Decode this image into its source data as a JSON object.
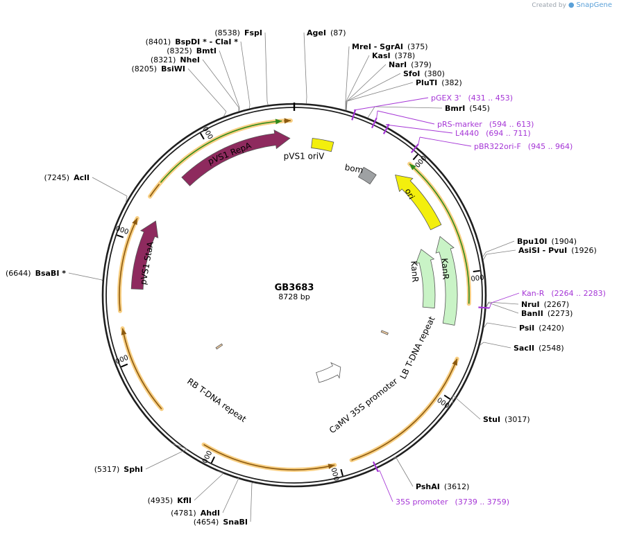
{
  "credit": {
    "prefix": "Created by",
    "brand": "SnapGene"
  },
  "plasmid": {
    "name": "GB3683",
    "length_label": "8728 bp",
    "length": 8728
  },
  "colors": {
    "backbone": "#1f1f1f",
    "restriction_line": "#808080",
    "primer": "#a535d6",
    "repA": "#8e2a5e",
    "oriV": "#f3ef0d",
    "bom": "#9ea1a3",
    "ori": "#f3ef0d",
    "kanR": "#c9f3c6",
    "orf_glow": "#f8cf83",
    "orf_core": "#8c5a10",
    "orf_green": "#2f8a1c",
    "tdna": "#f3cfa3",
    "promoter": "#ffffff"
  },
  "ticks": [
    {
      "pos": 1000,
      "label": "1000"
    },
    {
      "pos": 2000,
      "label": "2000"
    },
    {
      "pos": 3000,
      "label": "3000"
    },
    {
      "pos": 4000,
      "label": "4000"
    },
    {
      "pos": 5000,
      "label": "5000"
    },
    {
      "pos": 6000,
      "label": "6000"
    },
    {
      "pos": 7000,
      "label": "7000"
    },
    {
      "pos": 8000,
      "label": "8000"
    }
  ],
  "enzymes": [
    {
      "name": "AgeI",
      "pos_label": "(87)",
      "pos": 87
    },
    {
      "name": "MreI  - SgrAI",
      "pos_label": "(375)",
      "pos": 375
    },
    {
      "name": "KasI",
      "pos_label": "(378)",
      "pos": 378
    },
    {
      "name": "NarI",
      "pos_label": "(379)",
      "pos": 379
    },
    {
      "name": "SfoI",
      "pos_label": "(380)",
      "pos": 380
    },
    {
      "name": "PluTI",
      "pos_label": "(382)",
      "pos": 382
    },
    {
      "name": "BmrI",
      "pos_label": "(545)",
      "pos": 545
    },
    {
      "name": "Bpu10I",
      "pos_label": "(1904)",
      "pos": 1904
    },
    {
      "name": "AsiSI  - PvuI",
      "pos_label": "(1926)",
      "pos": 1926
    },
    {
      "name": "NruI",
      "pos_label": "(2267)",
      "pos": 2267
    },
    {
      "name": "BanII",
      "pos_label": "(2273)",
      "pos": 2273
    },
    {
      "name": "PsiI",
      "pos_label": "(2420)",
      "pos": 2420
    },
    {
      "name": "SacII",
      "pos_label": "(2548)",
      "pos": 2548
    },
    {
      "name": "StuI",
      "pos_label": "(3017)",
      "pos": 3017
    },
    {
      "name": "PshAI",
      "pos_label": "(3612)",
      "pos": 3612
    },
    {
      "name": "SnaBI",
      "pos_label": "(4654)",
      "pos": 4654
    },
    {
      "name": "AhdI",
      "pos_label": "(4781)",
      "pos": 4781
    },
    {
      "name": "KflI",
      "pos_label": "(4935)",
      "pos": 4935
    },
    {
      "name": "SphI",
      "pos_label": "(5317)",
      "pos": 5317
    },
    {
      "name": "BsaBI *",
      "pos_label": "(6644)",
      "pos": 6644
    },
    {
      "name": "AclI",
      "pos_label": "(7245)",
      "pos": 7245
    },
    {
      "name": "BsiWI",
      "pos_label": "(8205)",
      "pos": 8205
    },
    {
      "name": "NheI",
      "pos_label": "(8321)",
      "pos": 8321
    },
    {
      "name": "BmtI",
      "pos_label": "(8325)",
      "pos": 8325
    },
    {
      "name": "BspDI *  - ClaI *",
      "pos_label": "(8401)",
      "pos": 8401
    },
    {
      "name": "FspI",
      "pos_label": "(8538)",
      "pos": 8538
    }
  ],
  "primers": [
    {
      "name": "pGEX 3'",
      "range_label": "(431 .. 453)",
      "start": 431,
      "end": 453
    },
    {
      "name": "pRS-marker",
      "range_label": "(594 .. 613)",
      "start": 594,
      "end": 613
    },
    {
      "name": "L4440",
      "range_label": "(694 .. 711)",
      "start": 694,
      "end": 711
    },
    {
      "name": "pBR322ori-F",
      "range_label": "(945 .. 964)",
      "start": 945,
      "end": 964
    },
    {
      "name": "Kan-R",
      "range_label": "(2264 .. 2283)",
      "start": 2264,
      "end": 2283
    },
    {
      "name": "35S promoter",
      "range_label": "(3739 .. 3759)",
      "start": 3739,
      "end": 3759
    }
  ],
  "features": [
    {
      "name": "pVS1 oriV",
      "type": "box",
      "start": 160,
      "end": 350,
      "track": "inner1"
    },
    {
      "name": "bom",
      "type": "box",
      "start": 690,
      "end": 830,
      "track": "inner1"
    },
    {
      "name": "ori",
      "type": "arrow",
      "direction": "reverse",
      "start": 970,
      "end": 1560,
      "track": "inner1"
    },
    {
      "name": "KanR",
      "type": "arrow",
      "direction": "reverse",
      "start": 1650,
      "end": 2440,
      "track": "inner1"
    },
    {
      "name": "KanR",
      "type": "arrow",
      "direction": "reverse",
      "start": 1700,
      "end": 2310,
      "track": "inner2"
    },
    {
      "name": "LB T-DNA repeat",
      "type": "box",
      "start": 2715,
      "end": 2740,
      "track": "inner1"
    },
    {
      "name": "CaMV 35S promoter",
      "type": "arrow",
      "direction": "reverse",
      "start": 3570,
      "end": 3980,
      "track": "inner2"
    },
    {
      "name": "RB T-DNA repeat",
      "type": "box",
      "start": 5700,
      "end": 5725,
      "track": "inner1"
    },
    {
      "name": "pVS1 StaA",
      "type": "arrow",
      "direction": "forward",
      "start": 6600,
      "end": 7230,
      "track": "inner1"
    },
    {
      "name": "pVS1 RepA",
      "type": "arrow",
      "direction": "forward",
      "start": 7670,
      "end": 8690,
      "track": "inner1"
    }
  ],
  "orfs": [
    {
      "start": 1000,
      "end": 2250,
      "direction": "reverse",
      "green": true
    },
    {
      "start": 2700,
      "end": 3900,
      "direction": "reverse",
      "green": false
    },
    {
      "start": 4040,
      "end": 5120,
      "direction": "reverse",
      "green": false
    },
    {
      "start": 5560,
      "end": 6280,
      "direction": "forward",
      "green": false
    },
    {
      "start": 6420,
      "end": 7180,
      "direction": "forward",
      "green": false
    },
    {
      "start": 7380,
      "end": 8700,
      "direction": "forward",
      "green": false
    },
    {
      "start": 7520,
      "end": 8630,
      "direction": "forward",
      "green": true
    }
  ]
}
